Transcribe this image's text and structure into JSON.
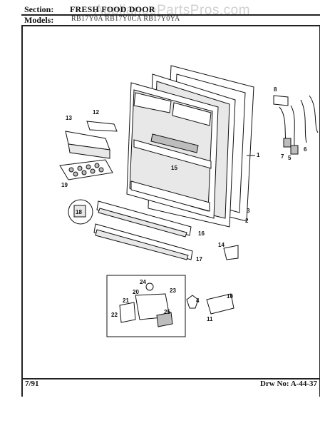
{
  "header": {
    "section_label": "Section:",
    "section_title": "FRESH FOOD DOOR",
    "models_label": "Models:",
    "models_values": "RB17Y0A  RB17Y0CA  RB17Y0YA",
    "watermark": "AppliancePartsPros.com"
  },
  "callouts": [
    "1",
    "2",
    "3",
    "4",
    "5",
    "6",
    "7",
    "8",
    "10",
    "11",
    "12",
    "13",
    "15",
    "16",
    "17",
    "18",
    "19",
    "20",
    "21",
    "22",
    "23",
    "24",
    "25",
    "14"
  ],
  "footer": {
    "date": "7/91",
    "drawing_no": "Drw No: A-44-37"
  }
}
